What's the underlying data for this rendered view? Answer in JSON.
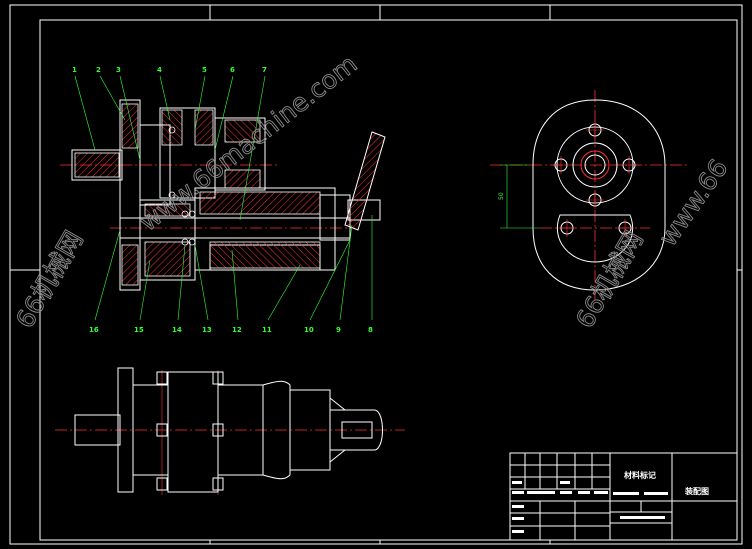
{
  "drawing": {
    "callouts_top": [
      "1",
      "2",
      "3",
      "4",
      "5",
      "6",
      "7"
    ],
    "callouts_bottom": [
      "16",
      "15",
      "14",
      "13",
      "12",
      "11",
      "10",
      "9",
      "8"
    ],
    "dimension": "50",
    "title_block": {
      "material_label": "材料标记",
      "drawing_name": "装配图"
    },
    "watermarks": [
      "www.66machine.com",
      "66机械网",
      "66机械网",
      "www.66"
    ],
    "colors": {
      "outline": "#ffffff",
      "centerline": "#ff3030",
      "hatch": "#ff3030",
      "callout": "#33ff33",
      "watermark": "#8a8a8a"
    }
  }
}
